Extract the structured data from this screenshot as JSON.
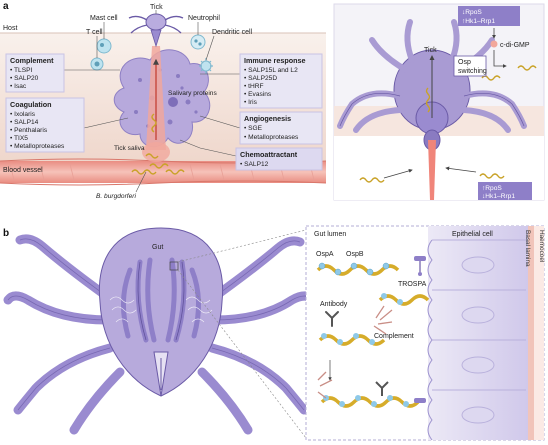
{
  "panel_a": {
    "letter": "a",
    "host": "Host",
    "tick": "Tick",
    "mast_cell": "Mast cell",
    "t_cell": "T cell",
    "neutrophil": "Neutrophil",
    "dendritic_cell": "Dendritic cell",
    "salivary_proteins": "Salivary proteins",
    "tick_saliva": "Tick saliva",
    "blood_vessel": "Blood vessel",
    "bacterium": "B. burgdorferi",
    "complement": {
      "title": "Complement",
      "items": [
        "• TLSPI",
        "• SALP20",
        "• Isac"
      ]
    },
    "coagulation": {
      "title": "Coagulation",
      "items": [
        "• Ixolaris",
        "• SALP14",
        "• Penthalaris",
        "• TIX5",
        "• Metalloproteases"
      ]
    },
    "immune": {
      "title": "Immune response",
      "items": [
        "• SALP15L and L2",
        "• SALP25D",
        "• tHRF",
        "• Evasins",
        "• Iris"
      ]
    },
    "angiogenesis": {
      "title": "Angiogenesis",
      "items": [
        "• SGE",
        "• Metalloproteases"
      ]
    },
    "chemo": {
      "title": "Chemoattractant",
      "items": [
        "• SALP12"
      ]
    }
  },
  "panel_a_right": {
    "tick": "Tick",
    "top_box": [
      "↓RpoS",
      "↑Hk1–Rrp1"
    ],
    "c_di_gmp": "c-di-GMP",
    "osp_switching": [
      "Osp",
      "switching"
    ],
    "bottom_box": [
      "↑RpoS",
      "↓Hk1–Rrp1"
    ]
  },
  "panel_b": {
    "letter": "b",
    "gut": "Gut",
    "gut_lumen": "Gut lumen",
    "ospa": "OspA",
    "ospb": "OspB",
    "trospa": "TROSPA",
    "antibody": "Antibody",
    "complement": "Complement",
    "epithelial": "Epithelial cell",
    "basal": "Basal lamina",
    "haemocoel": "Haemocoel"
  },
  "colors": {
    "purple": "#a99bd3",
    "purple_dark": "#6a5aa6",
    "pink": "#f2b7ae",
    "skin": "#f6e8e1",
    "box_bg": "#ecebf5"
  }
}
